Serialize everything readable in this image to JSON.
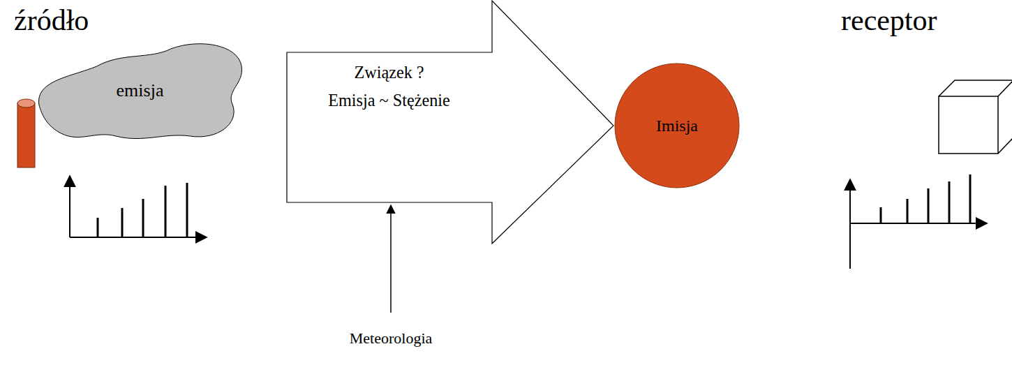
{
  "diagram": {
    "nodes": [
      {
        "text": [
          "emisja"
        ]
      },
      {
        "text": [
          "Związek ?",
          "Emisja ~ Stężenie"
        ]
      },
      {
        "text": [
          "Imisja"
        ]
      }
    ],
    "labels": [
      "źródło",
      "receptor",
      "Meteorologia"
    ]
  }
}
